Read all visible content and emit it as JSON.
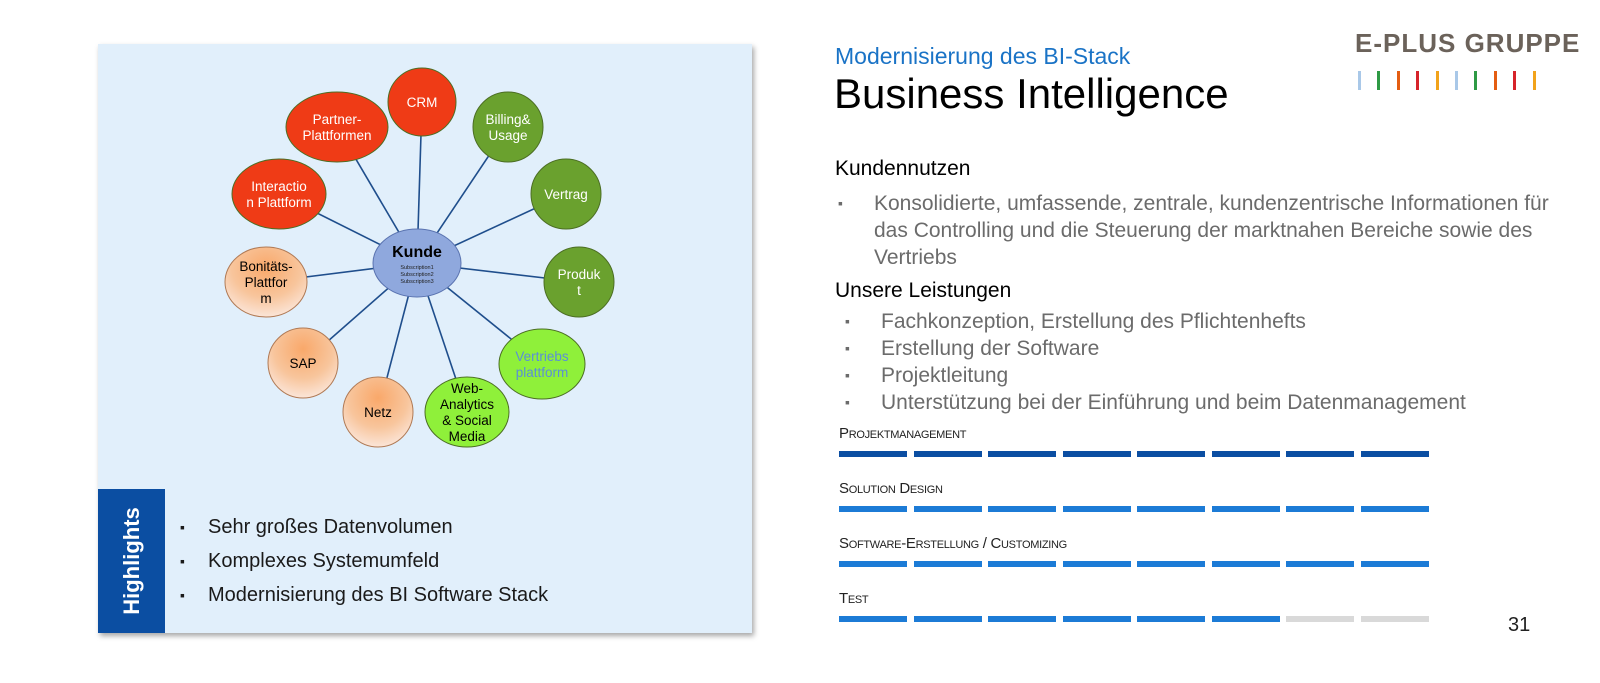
{
  "header": {
    "subtitle": "Modernisierung des BI-Stack",
    "title": "Business Intelligence"
  },
  "logo": {
    "text": "E-PLUS GRUPPE",
    "bar_colors": [
      "#a9c8e8",
      "#2e9a45",
      "#e45d12",
      "#d6232a",
      "#f2a31b",
      "#a9c8e8",
      "#2e9a45",
      "#e45d12",
      "#d6232a",
      "#f2a31b"
    ]
  },
  "diagram": {
    "center": {
      "label": "Kunde",
      "sub": [
        "Subscription1",
        "Subscription2",
        "Subscription3"
      ],
      "color": "#8fa8dd"
    },
    "nodes": [
      {
        "label": [
          "CRM"
        ],
        "color": "#ef3b16",
        "text_color": "#ffffff"
      },
      {
        "label": [
          "Billing&",
          "Usage"
        ],
        "color": "#6aa12e",
        "text_color": "#ffffff"
      },
      {
        "label": [
          "Vertrag"
        ],
        "color": "#6aa12e",
        "text_color": "#ffffff"
      },
      {
        "label": [
          "Produk",
          "t"
        ],
        "color": "#6aa12e",
        "text_color": "#ffffff"
      },
      {
        "label": [
          "Vertriebs",
          "plattform"
        ],
        "color": "#8ff03a",
        "text_color": "#5b8fd6"
      },
      {
        "label": [
          "Web-",
          "Analytics",
          "& Social",
          "Media"
        ],
        "color": "#8ff03a",
        "text_color": "#000000"
      },
      {
        "label": [
          "Netz"
        ],
        "color": "#f9b98a",
        "text_color": "#000000"
      },
      {
        "label": [
          "SAP"
        ],
        "color": "#f9b98a",
        "text_color": "#000000"
      },
      {
        "label": [
          "Bonitäts-",
          "Plattfor",
          "m"
        ],
        "color": "#f9b98a",
        "text_color": "#000000"
      },
      {
        "label": [
          "Interactio",
          "n Plattform"
        ],
        "color": "#ef3b16",
        "text_color": "#ffffff"
      },
      {
        "label": [
          "Partner-",
          "Plattformen"
        ],
        "color": "#ef3b16",
        "text_color": "#ffffff"
      }
    ]
  },
  "highlights": {
    "tab_label": "Highlights",
    "items": [
      "Sehr großes Datenvolumen",
      "Komplexes Systemumfeld",
      "Modernisierung des BI Software Stack"
    ]
  },
  "benefit": {
    "heading": "Kundennutzen",
    "items": [
      "Konsolidierte, umfassende, zentrale, kundenzentrische Informationen für das Controlling und die Steuerung der marktnahen Bereiche sowie des Vertriebs"
    ]
  },
  "services": {
    "heading": "Unsere Leistungen",
    "items": [
      "Fachkonzeption, Erstellung des Pflichtenhefts",
      "Erstellung der Software",
      "Projektleitung",
      "Unterstützung bei der Einführung und beim Datenmanagement"
    ]
  },
  "progress": [
    {
      "label": "Projektmanagement",
      "filled": 8,
      "total": 8,
      "color": "#0b4ea2"
    },
    {
      "label": "Solution Design",
      "filled": 8,
      "total": 8,
      "color": "#1c7bd6"
    },
    {
      "label": "Software-Erstellung / Customizing",
      "filled": 8,
      "total": 8,
      "color": "#1c7bd6"
    },
    {
      "label": "Test",
      "filled": 6,
      "total": 8,
      "color": "#1c7bd6"
    }
  ],
  "empty_color": "#d9d9d9",
  "page_number": "31"
}
